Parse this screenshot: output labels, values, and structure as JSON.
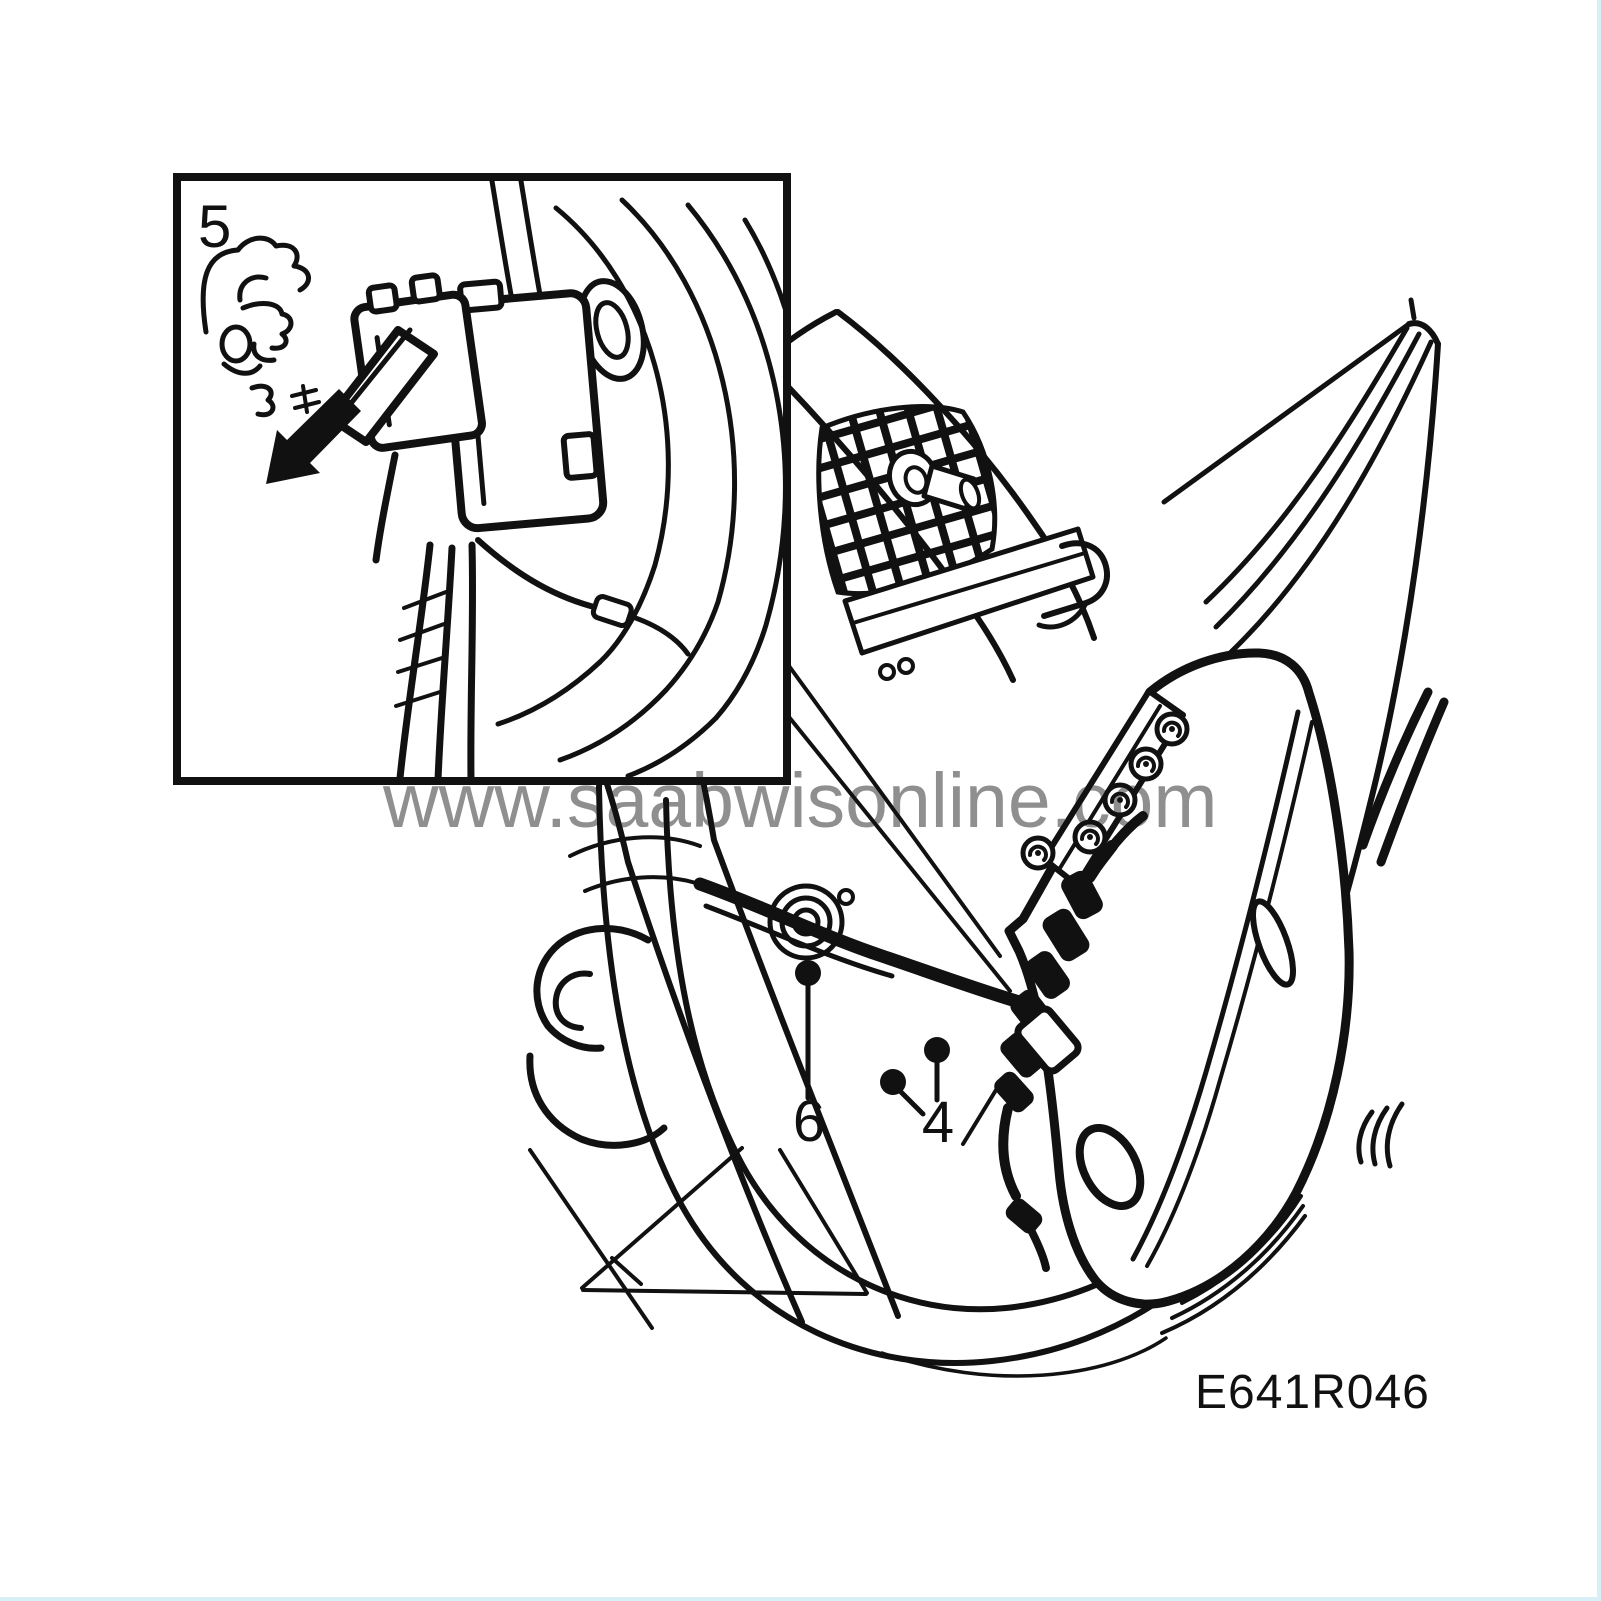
{
  "diagram": {
    "figure_code": "E641R046",
    "watermark": "www.saabwisonline.com",
    "inset_callout": "5",
    "callout_horn_contact": "6",
    "callout_connector": "4",
    "colors": {
      "line": "#111111",
      "watermark_gray": "#8f8f8f",
      "background": "#ffffff",
      "page_edge_tint": "#d8eff8"
    },
    "icons": [
      "direction-arrow-icon",
      "callout-dot",
      "screw-icon"
    ]
  }
}
